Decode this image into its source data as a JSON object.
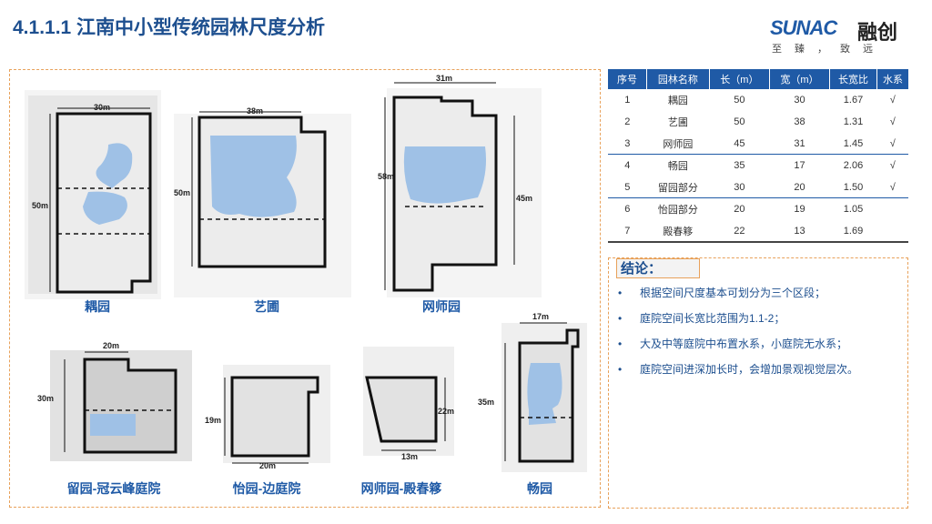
{
  "title": "4.1.1.1 江南中小型传统园林尺度分析",
  "logo": {
    "brand": "SUNAC",
    "cn": "融创",
    "tagline": "至臻，致远"
  },
  "plans": [
    {
      "id": "ouyuan",
      "name": "耦园",
      "width_label": "30m",
      "length_label": "50m"
    },
    {
      "id": "yipu",
      "name": "艺圃",
      "width_label": "38m",
      "length_label": "50m"
    },
    {
      "id": "wangshi",
      "name": "网师园",
      "width_label": "31m",
      "length_label": "58m",
      "length2_label": "45m"
    },
    {
      "id": "liuyuan",
      "name": "留园-冠云峰庭院",
      "width_label": "20m",
      "length_label": "30m"
    },
    {
      "id": "yiyuan",
      "name": "怡园-边庭院",
      "width_label": "20m",
      "length_label": "19m"
    },
    {
      "id": "dianchun",
      "name": "网师园-殿春簃",
      "width_label": "13m",
      "length_label": "22m"
    },
    {
      "id": "changyuan",
      "name": "畅园",
      "width_label": "17m",
      "length_label": "35m"
    }
  ],
  "table": {
    "headers": [
      "序号",
      "园林名称",
      "长（m）",
      "宽（m）",
      "长宽比",
      "水系"
    ],
    "rows": [
      [
        "1",
        "耦园",
        "50",
        "30",
        "1.67",
        "√"
      ],
      [
        "2",
        "艺圃",
        "50",
        "38",
        "1.31",
        "√"
      ],
      [
        "3",
        "网师园",
        "45",
        "31",
        "1.45",
        "√"
      ],
      [
        "4",
        "畅园",
        "35",
        "17",
        "2.06",
        "√"
      ],
      [
        "5",
        "留园部分",
        "30",
        "20",
        "1.50",
        "√"
      ],
      [
        "6",
        "怡园部分",
        "20",
        "19",
        "1.05",
        ""
      ],
      [
        "7",
        "殿春簃",
        "22",
        "13",
        "1.69",
        ""
      ]
    ]
  },
  "conclusion": {
    "title": "结论：",
    "items": [
      "根据空间尺度基本可划分为三个区段；",
      "庭院空间长宽比范围为1.1-2；",
      "大及中等庭院中布置水系，小庭院无水系；",
      "庭院空间进深加长时，会增加景观视觉层次。"
    ]
  },
  "colors": {
    "accent": "#1f5aa6",
    "water": "#9fc1e6",
    "frame": "#e8a15a"
  }
}
